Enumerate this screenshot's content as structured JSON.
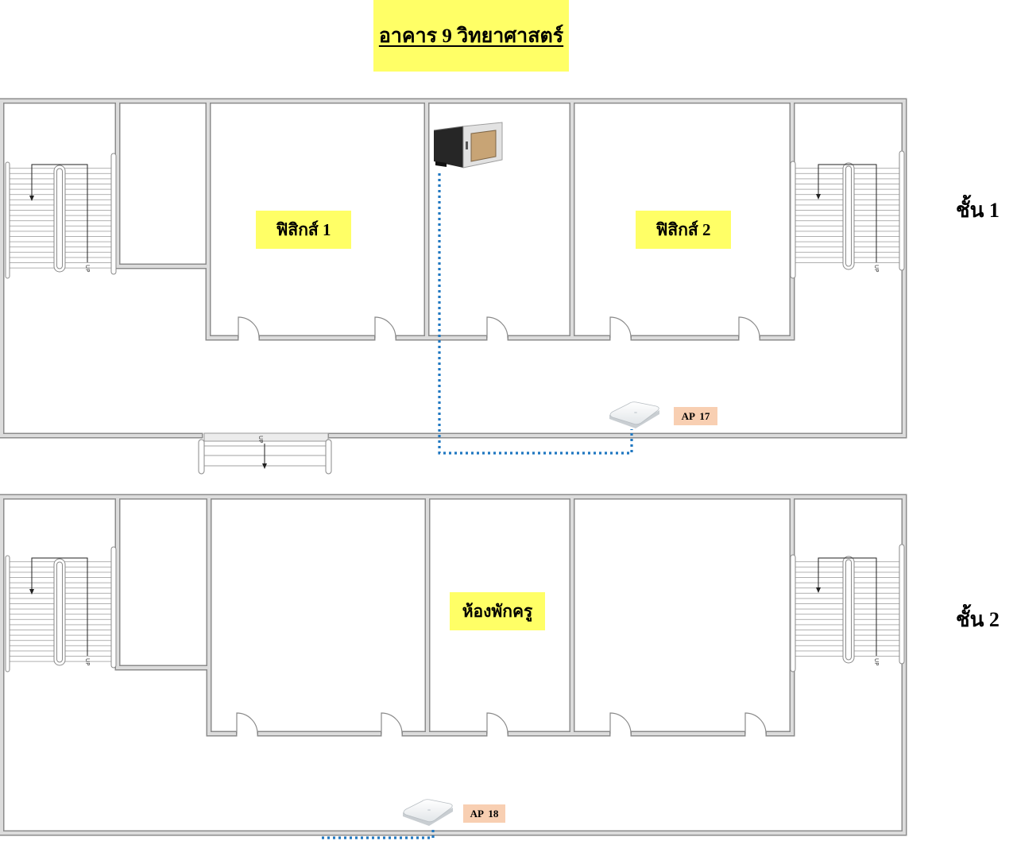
{
  "title": "อาคาร 9 วิทยาศาสตร์",
  "floors": [
    {
      "label": "ชั้น 1",
      "rooms": [
        "ฟิสิกส์ 1",
        "ฟิสิกส์ 2"
      ],
      "access_point": "AP 17",
      "stair_labels": {
        "left": "UP",
        "right": "UP",
        "entrance": "UP"
      }
    },
    {
      "label": "ชั้น 2",
      "rooms": [
        "ห้องพักครู"
      ],
      "access_point": "AP 18",
      "stair_labels": {
        "left": "UP",
        "right": "UP"
      }
    }
  ],
  "icons": {
    "rack": "network-rack-icon",
    "access_point": "wireless-access-point-icon"
  },
  "colors": {
    "title_background": "#ffff66",
    "room_label_background": "#ffff66",
    "access_point_label_background": "#f8cfb2",
    "cable": "#1f77c1",
    "wall": "#8c8c8c"
  }
}
